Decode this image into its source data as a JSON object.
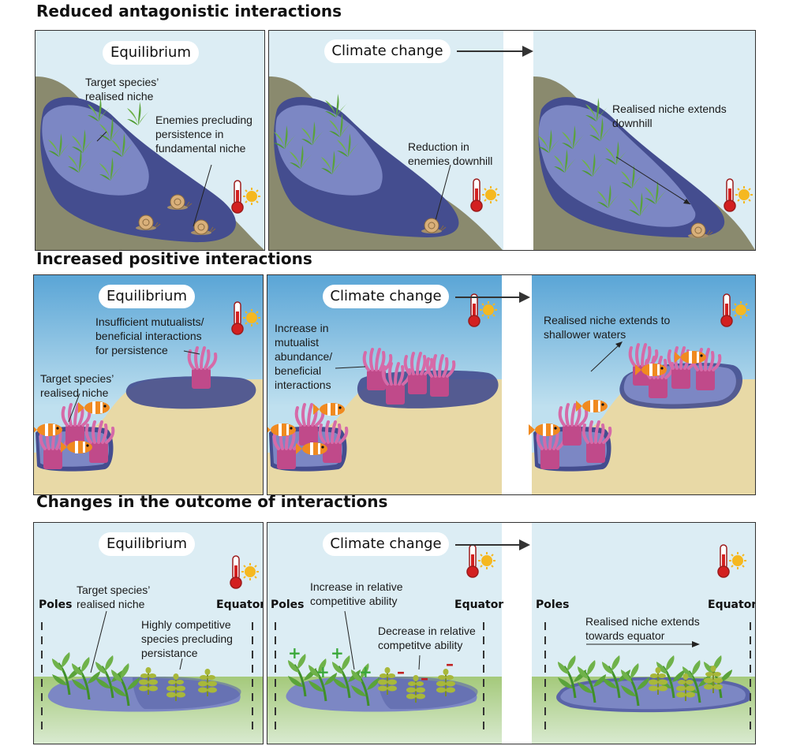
{
  "sections": [
    {
      "title": "Reduced antagonistic interactions"
    },
    {
      "title": "Increased positive interactions"
    },
    {
      "title": "Changes in the outcome of interactions"
    }
  ],
  "pill_equilibrium": "Equilibrium",
  "pill_climate": "Climate change",
  "row1": {
    "niche_label": "Target species’ realised niche",
    "enemies_label": "Enemies precluding persistence in fundamental niche",
    "reduction_label": "Reduction in enemies downhill",
    "extends_label": "Realised niche extends downhill"
  },
  "row2": {
    "insufficient_label": "Insufficient mutualists/ beneficial interactions for persistence",
    "niche_label": "Target species’ realised niche",
    "increase_label": "Increase in mutualist abundance/ beneficial interactions",
    "extends_label": "Realised niche extends to shallower waters"
  },
  "row3": {
    "poles": "Poles",
    "equator": "Equator",
    "niche_label": "Target species’ realised niche",
    "competitive_label": "Highly competitive species precluding persistance",
    "increase_label": "Increase in relative competitive ability",
    "decrease_label": "Decrease in relative competitve ability",
    "extends_label": "Realised niche extends towards equator"
  },
  "colors": {
    "sky": "#dcedf4",
    "hill": "#8a8a6e",
    "niche": "#7c87c4",
    "niche_dark": "#444d8f",
    "sand": "#e8d9a6",
    "ground": "#a4c97a"
  }
}
